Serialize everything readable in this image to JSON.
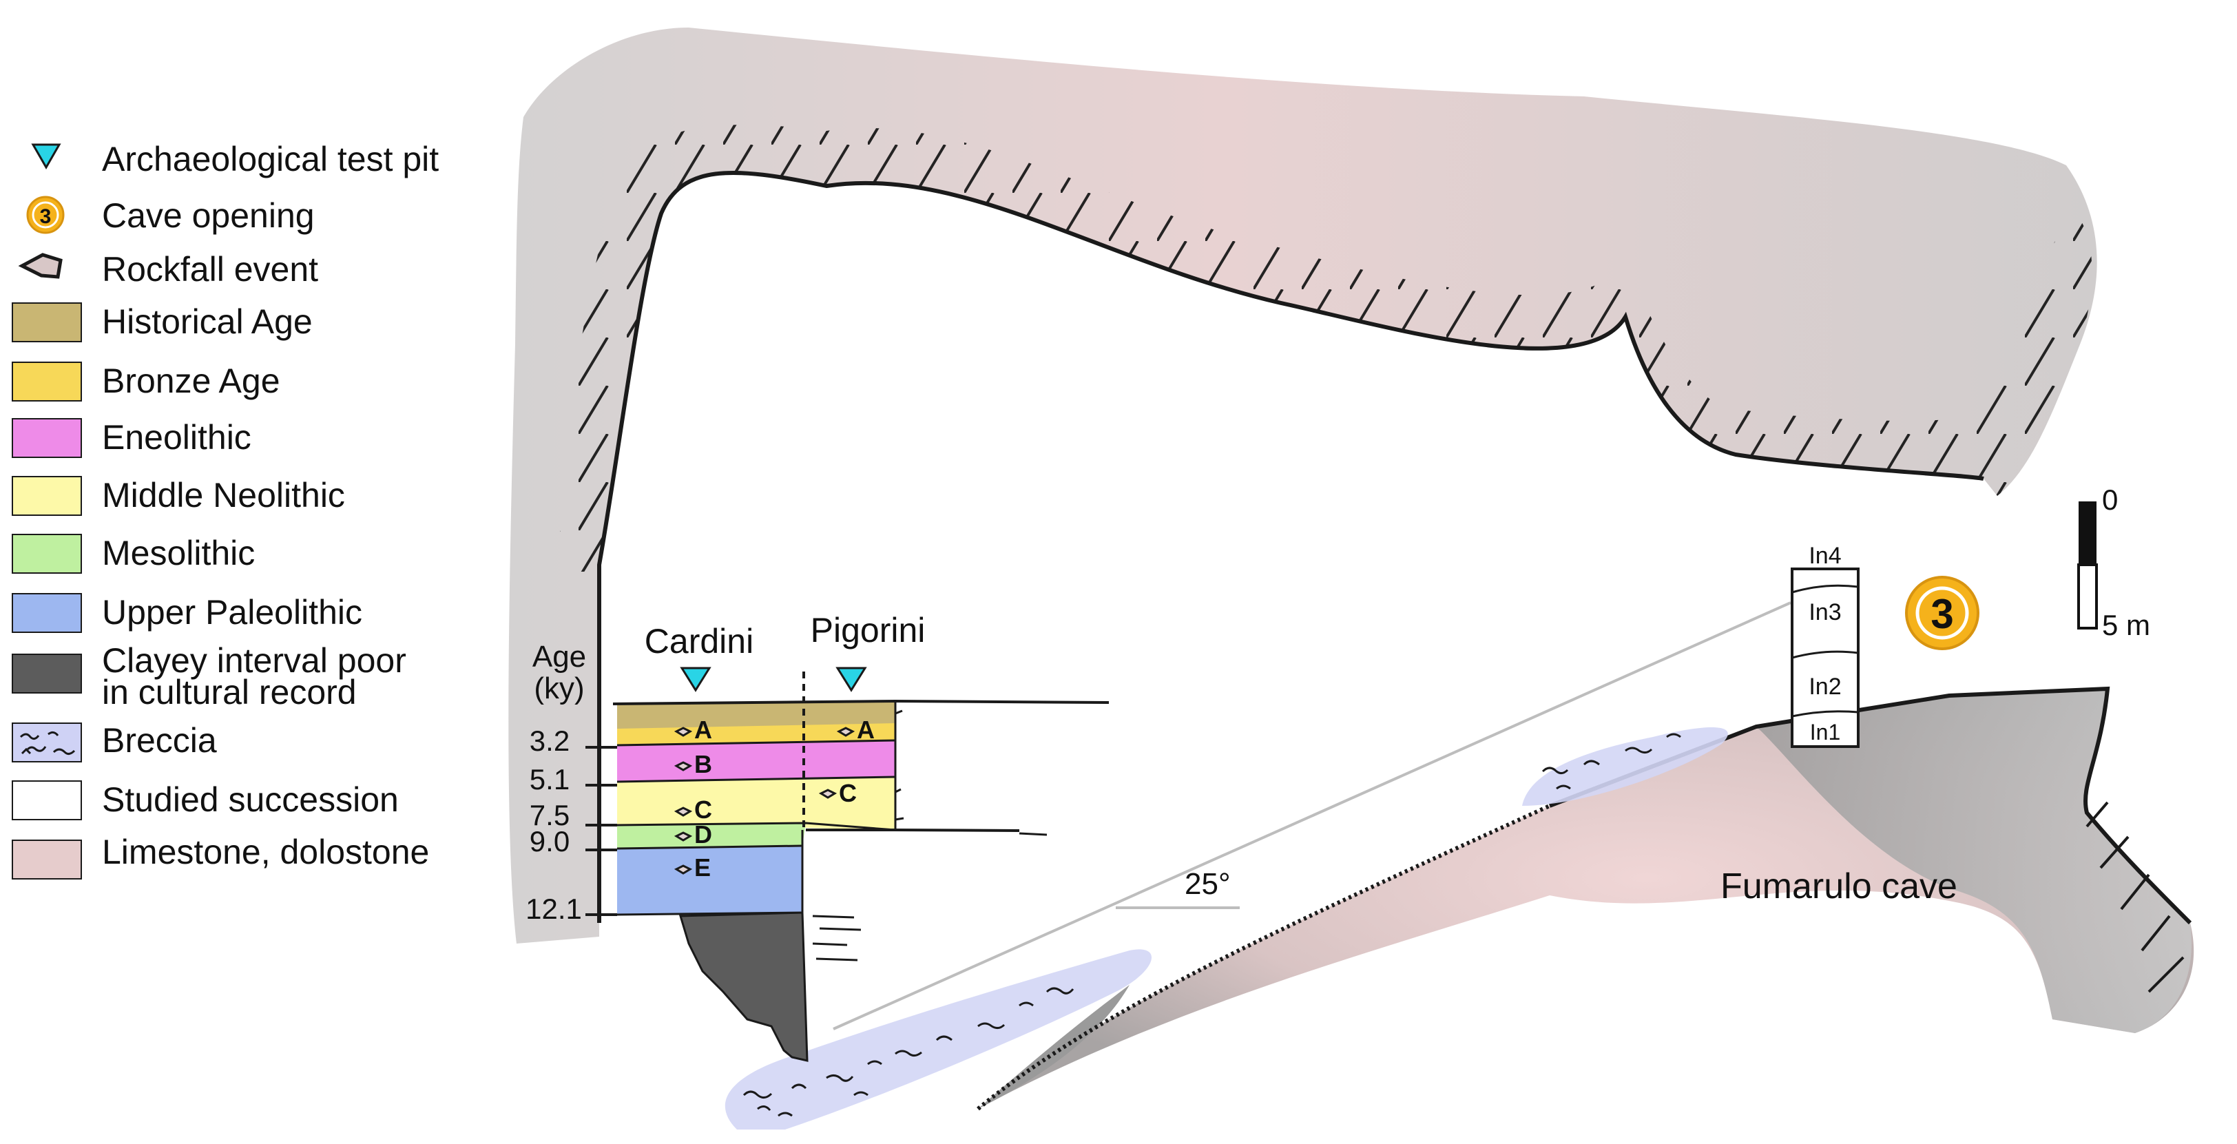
{
  "legend": {
    "items": [
      {
        "key": "test_pit",
        "label": "Archaeological test pit",
        "icon": "test-pit-triangle-icon",
        "color": "#29d4e6"
      },
      {
        "key": "cave_opening",
        "label": "Cave opening",
        "icon": "cave-opening-badge-icon",
        "color": "#f5b21b"
      },
      {
        "key": "rockfall",
        "label": "Rockfall event",
        "icon": "rockfall-icon",
        "color": "#d8c7c7"
      },
      {
        "key": "historical",
        "label": "Historical Age",
        "color": "#c9b673"
      },
      {
        "key": "bronze",
        "label": "Bronze Age",
        "color": "#f7d858"
      },
      {
        "key": "eneolithic",
        "label": "Eneolithic",
        "color": "#ee8be8"
      },
      {
        "key": "middle_neolithic",
        "label": "Middle Neolithic",
        "color": "#fdf9a8"
      },
      {
        "key": "mesolithic",
        "label": "Mesolithic",
        "color": "#bff0a0"
      },
      {
        "key": "upper_paleolithic",
        "label": "Upper Paleolithic",
        "color": "#9db7f0"
      },
      {
        "key": "clayey",
        "label_line1": "Clayey interval poor",
        "label_line2": "in  cultural  record",
        "color": "#5c5c5c"
      },
      {
        "key": "breccia",
        "label": "Breccia",
        "color": "#cfd2f5"
      },
      {
        "key": "studied",
        "label": "Studied succession",
        "color": "#ffffff"
      },
      {
        "key": "limestone",
        "label": "Limestone, dolostone",
        "color": "#e6cccc"
      }
    ]
  },
  "age_column": {
    "title_line1": "Age",
    "title_line2": "(ky)",
    "ticks": [
      "3.2",
      "5.1",
      "7.5",
      "9.0",
      "12.1"
    ]
  },
  "sections": {
    "cardini": {
      "name": "Cardini",
      "units": [
        "A",
        "B",
        "C",
        "D",
        "E"
      ]
    },
    "pigorini": {
      "name": "Pigorini",
      "units": [
        "A",
        "C"
      ]
    }
  },
  "fumarulo": {
    "name": "Fumarulo cave",
    "cave_opening_number": "3",
    "units": [
      "In4",
      "In3",
      "In2",
      "In1"
    ]
  },
  "slope_angle": "25°",
  "scale_bar": {
    "top_label": "0",
    "bottom_label": "5 m"
  },
  "colors": {
    "outline": "#1a1a1a",
    "rock_gray": "#cfcfcf",
    "slope_gray": "#8f8f8f",
    "guide_line": "#bdbdbd"
  }
}
